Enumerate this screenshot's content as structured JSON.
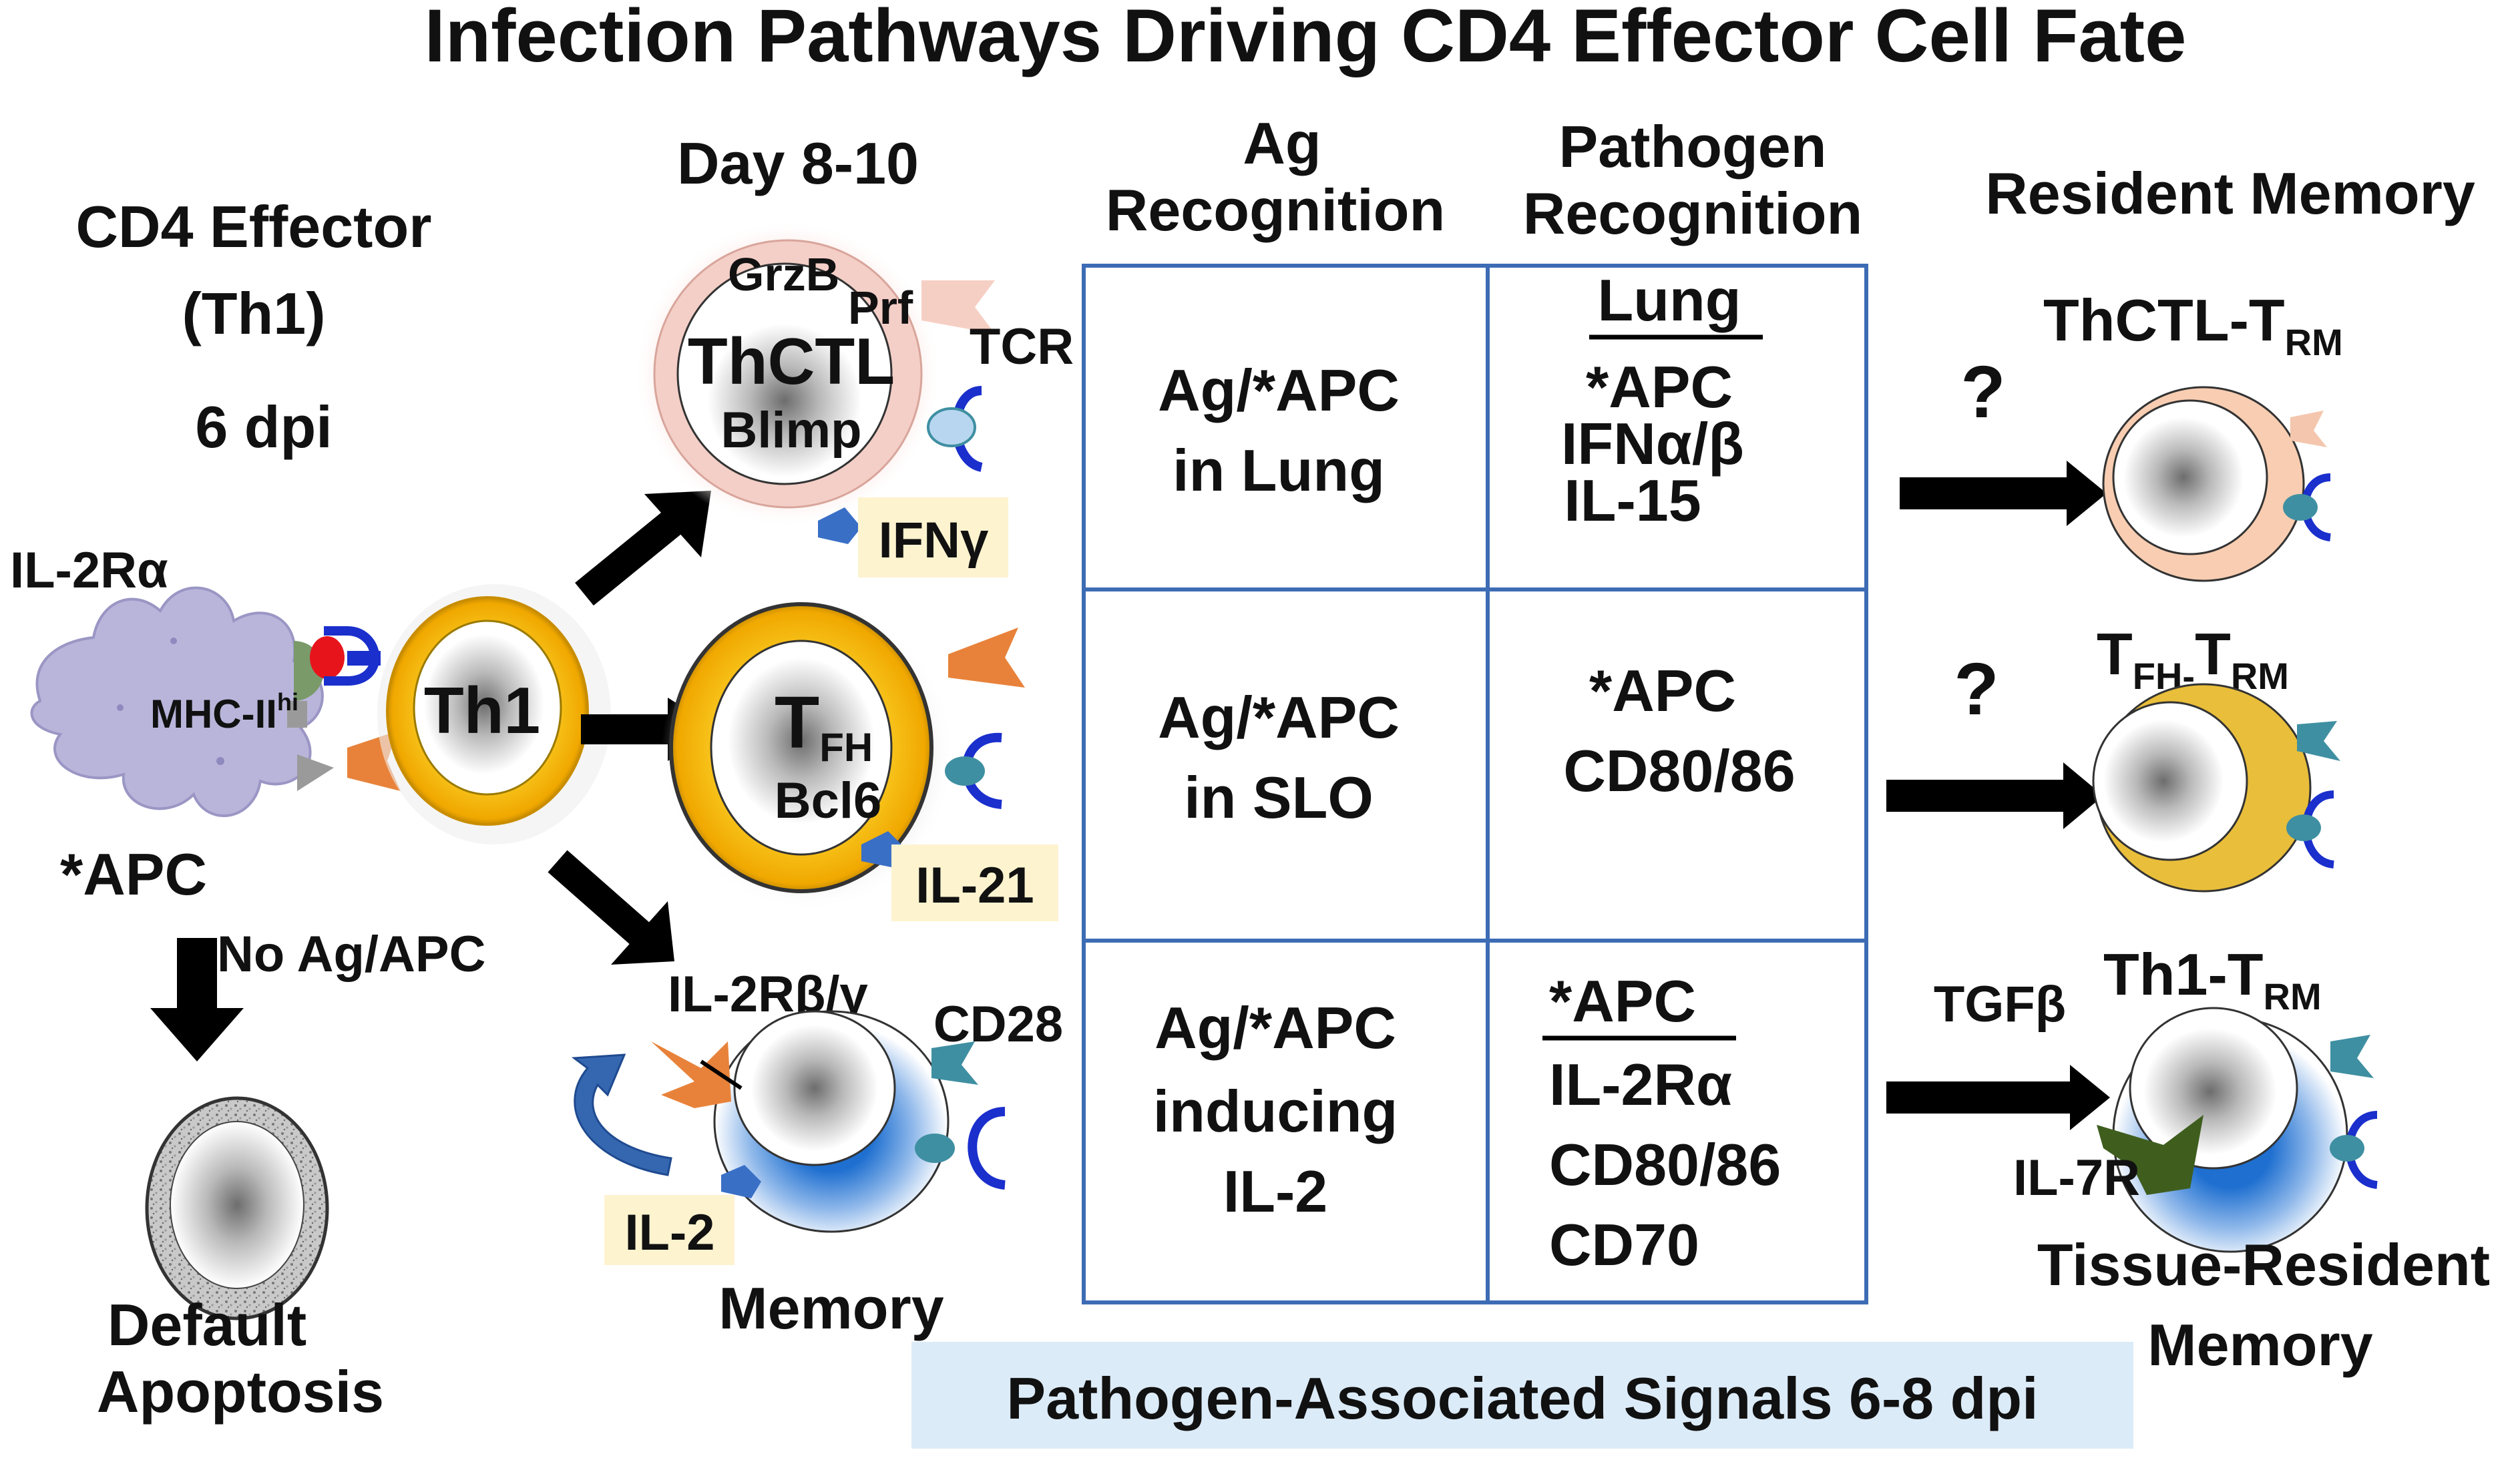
{
  "title": "Infection Pathways Driving CD4 Effector Cell Fate",
  "left": {
    "effector_line1": "CD4 Effector",
    "effector_line2": "(Th1)",
    "dpi": "6 dpi",
    "il2ra": "IL-2Rα",
    "mhc": "MHC-II",
    "mhc_sup": "hi",
    "apc": "*APC",
    "th1": "Th1",
    "no_ag": "No Ag/APC",
    "apoptosis_line1": "Default",
    "apoptosis_line2": "Apoptosis"
  },
  "middle": {
    "day": "Day 8-10",
    "thctl": {
      "grzb": "GrzB",
      "prf": "Prf",
      "name": "ThCTL",
      "blimp": "Blimp",
      "tcr": "TCR",
      "cytokine": "IFNγ"
    },
    "tfh": {
      "t": "T",
      "sub": "FH",
      "bcl6": "Bcl6",
      "cytokine": "IL-21"
    },
    "memory": {
      "receptor": "IL-2Rβ/γ",
      "cd28": "CD28",
      "cytokine": "IL-2",
      "label": "Memory"
    }
  },
  "table": {
    "header_ag_line1": "Ag",
    "header_ag_line2": "Recognition",
    "header_path_line1": "Pathogen",
    "header_path_line2": "Recognition",
    "rows": [
      {
        "ag_line1": "Ag/*APC",
        "ag_line2": "in Lung",
        "ag_line3": "",
        "p_head": "Lung",
        "p1": "*APC",
        "p2": "IFNα/β",
        "p3": "IL-15",
        "p4": ""
      },
      {
        "ag_line1": "Ag/*APC",
        "ag_line2": "in SLO",
        "ag_line3": "",
        "p_head": "",
        "p1": "*APC",
        "p2": "CD80/86",
        "p3": "",
        "p4": ""
      },
      {
        "ag_line1": "Ag/*APC",
        "ag_line2": "inducing",
        "ag_line3": "IL-2",
        "p_head": "*APC",
        "p1": "IL-2Rα",
        "p2": "CD80/86",
        "p3": "CD70",
        "p4": ""
      }
    ],
    "footer": "Pathogen-Associated Signals 6-8 dpi"
  },
  "right": {
    "header": "Resident Memory",
    "q1": "?",
    "q2": "?",
    "thctl_trm": "ThCTL-T",
    "thctl_trm_sub": "RM",
    "tfh_trm_t": "T",
    "tfh_trm_sub1": "FH-",
    "tfh_trm_t2": "T",
    "tfh_trm_sub2": "RM",
    "th1_trm": "Th1-T",
    "th1_trm_sub": "RM",
    "tgfb": "TGFβ",
    "il7r": "IL-7R",
    "trm_line1": "Tissue-Resident",
    "trm_line2": "Memory"
  },
  "colors": {
    "table_border": "#3d6cb5",
    "th1_ring": "#f2b400",
    "apc": "#b7b3d8",
    "receptor_blue": "#1a2fcc",
    "ligand_orange": "#e8823a",
    "cytokine_blue": "#3a6fc6",
    "label_bg": "#fdf3cf",
    "footer_bg": "#dcebf8",
    "thctl_ring": "#f1c6bd",
    "memory_blue": "#2f7fd6",
    "il7r_green": "#3f5e1e",
    "teal": "#3f8fa2"
  }
}
